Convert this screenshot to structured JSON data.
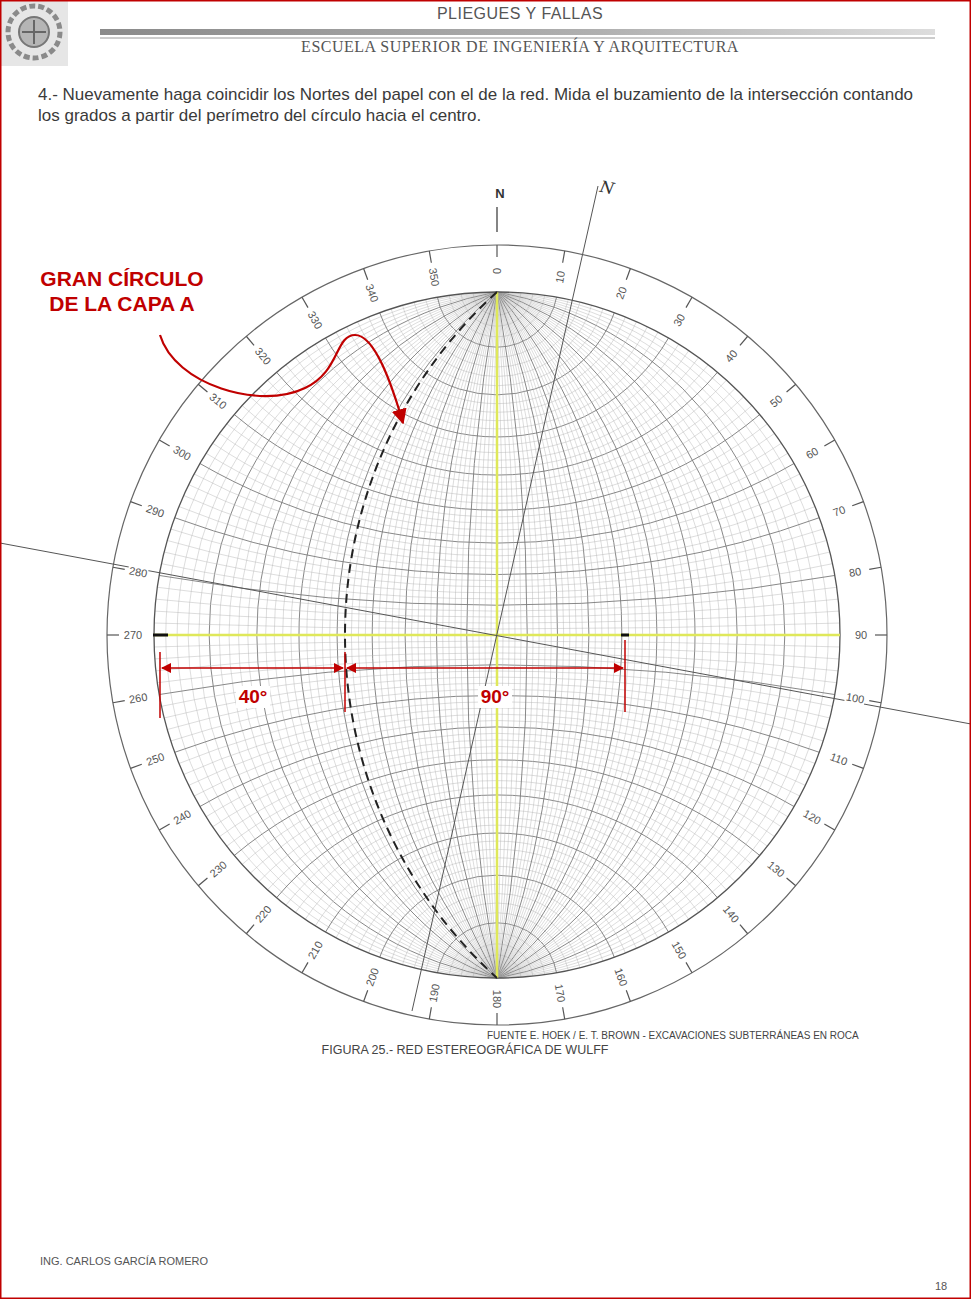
{
  "diagram": {
    "title": "PLIEGUES Y FALLAS",
    "caption": "FIGURA 25.- RED ESTEREOGRÁFICA DE WULFF",
    "labels": [
      "ESCUELA SUPERIOR DE INGENIERÍA Y ARQUITECTURA",
      "4.- Nuevamente haga coincidir los Nortes del papel con el de la red. Mida el buzamiento de la intersección contando los grados a partir del perímetro del círculo hacia el centro.",
      "N",
      "N",
      "GRAN CÍRCULO DE LA CAPA A",
      "40°",
      "90°",
      "0",
      "10",
      "20",
      "30",
      "40",
      "50",
      "60",
      "70",
      "80",
      "90",
      "100",
      "110",
      "120",
      "130",
      "140",
      "150",
      "160",
      "170",
      "180",
      "190",
      "200",
      "210",
      "220",
      "230",
      "240",
      "250",
      "260",
      "270",
      "280",
      "290",
      "300",
      "310",
      "320",
      "330",
      "340",
      "350",
      "FUENTE E. HOEK / E. T. BROWN - EXCAVACIONES SUBTERRÁNEAS EN ROCA",
      "ING. CARLOS GARCÍA ROMERO",
      "18"
    ]
  }
}
